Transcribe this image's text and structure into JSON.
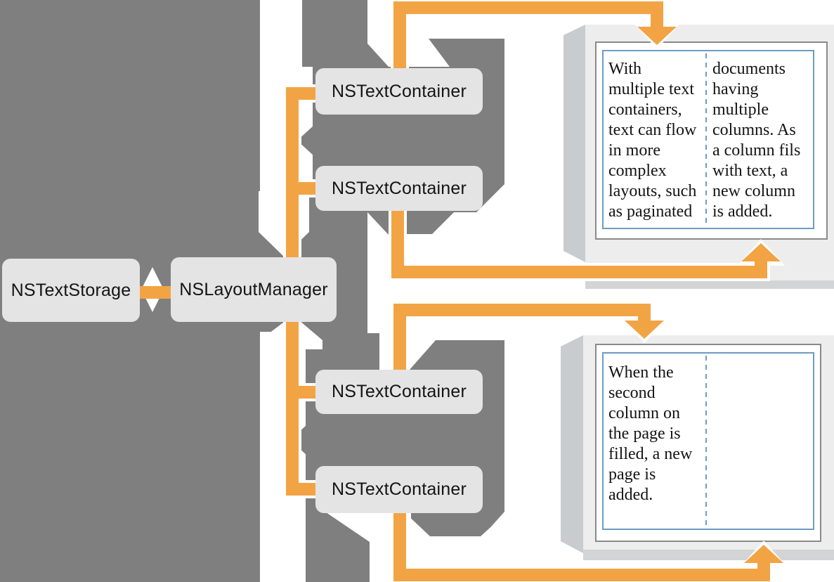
{
  "title": "Cocoa text system objects and text container pages diagram",
  "colors": {
    "gray_blob": "#7F7F7F",
    "orange": "#F2A444",
    "panel": "#EDEDED",
    "panel_bevel": "#C9CCCE",
    "panel_bevel_bottom": "#D2D4D5",
    "node_fill": "#E4E4E4",
    "page_border": "#8A8A8A",
    "column_border": "#6D9CC3",
    "text": "#141414"
  },
  "nodes": {
    "text_storage": "NSTextStorage",
    "layout_manager": "NSLayoutManager",
    "containers": [
      "NSTextContainer",
      "NSTextContainer",
      "NSTextContainer",
      "NSTextContainer"
    ]
  },
  "pages": {
    "page1": {
      "column1": "With\nmultiple text\ncontainers,\ntext can flow\nin more\ncomplex\nlayouts, such\nas paginated",
      "column2": "documents\nhaving\nmultiple\ncolumns. As\na column fils\nwith text, a\nnew column\nis added."
    },
    "page2": {
      "column1": "When the\nsecond\ncolumn on\nthe page is\nfilled, a new\npage is\nadded.",
      "column2": ""
    }
  }
}
